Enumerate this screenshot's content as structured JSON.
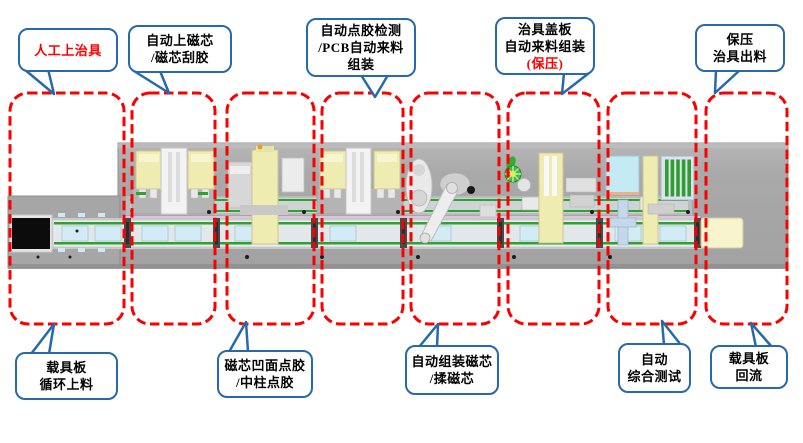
{
  "diagram_title": "",
  "colors": {
    "zone_border_red": "#fa0000",
    "callout_border_blue": "#2669ac",
    "highlight_red": "#ff0000",
    "text_black": "#000000",
    "machine_base_gray": "#a8a8a8",
    "machine_yellow": "#efecb2",
    "conveyor_green": "#2ea12e",
    "pallet_blue": "#d2ebf5",
    "test_rack_green": "#2f9e2f",
    "feeder_cyan": "#c4eaf4"
  },
  "callouts": {
    "top": [
      {
        "id": "manual-jig-load",
        "lines": [
          "人工上治具"
        ],
        "red_lines": [
          0
        ]
      },
      {
        "id": "auto-core-load",
        "lines": [
          "自动上磁芯",
          "/磁芯刮胶"
        ],
        "red_lines": []
      },
      {
        "id": "dispense-inspection",
        "lines": [
          "自动点胶检测",
          "/PCB自动来料",
          "组装"
        ],
        "red_lines": []
      },
      {
        "id": "jig-cover-assembly",
        "lines": [
          "治具盖板",
          "自动来料组装",
          "(保压)"
        ],
        "red_lines": [
          2
        ]
      },
      {
        "id": "pressure-jig-unload",
        "lines": [
          "保压",
          "治具出料"
        ],
        "red_lines": []
      }
    ],
    "bottom": [
      {
        "id": "carrier-cycle-load",
        "lines": [
          "载具板",
          "循环上料"
        ],
        "red_lines": []
      },
      {
        "id": "core-dispensing",
        "lines": [
          "磁芯凹面点胶",
          "/中柱点胶"
        ],
        "red_lines": []
      },
      {
        "id": "auto-core-assembly",
        "lines": [
          "自动组装磁芯",
          "/揉磁芯"
        ],
        "red_lines": []
      },
      {
        "id": "auto-final-test",
        "lines": [
          "自动",
          "综合测试"
        ],
        "red_lines": []
      },
      {
        "id": "carrier-return",
        "lines": [
          "载具板",
          "回流"
        ],
        "red_lines": []
      }
    ]
  },
  "zones": {
    "count": 8,
    "names": [
      "manual-jig-load-zone",
      "auto-core-load-zone",
      "core-dispensing-zone",
      "dispense-inspection-zone",
      "core-assembly-zone",
      "jig-cover-assembly-zone",
      "final-test-zone",
      "unload-return-zone"
    ]
  }
}
